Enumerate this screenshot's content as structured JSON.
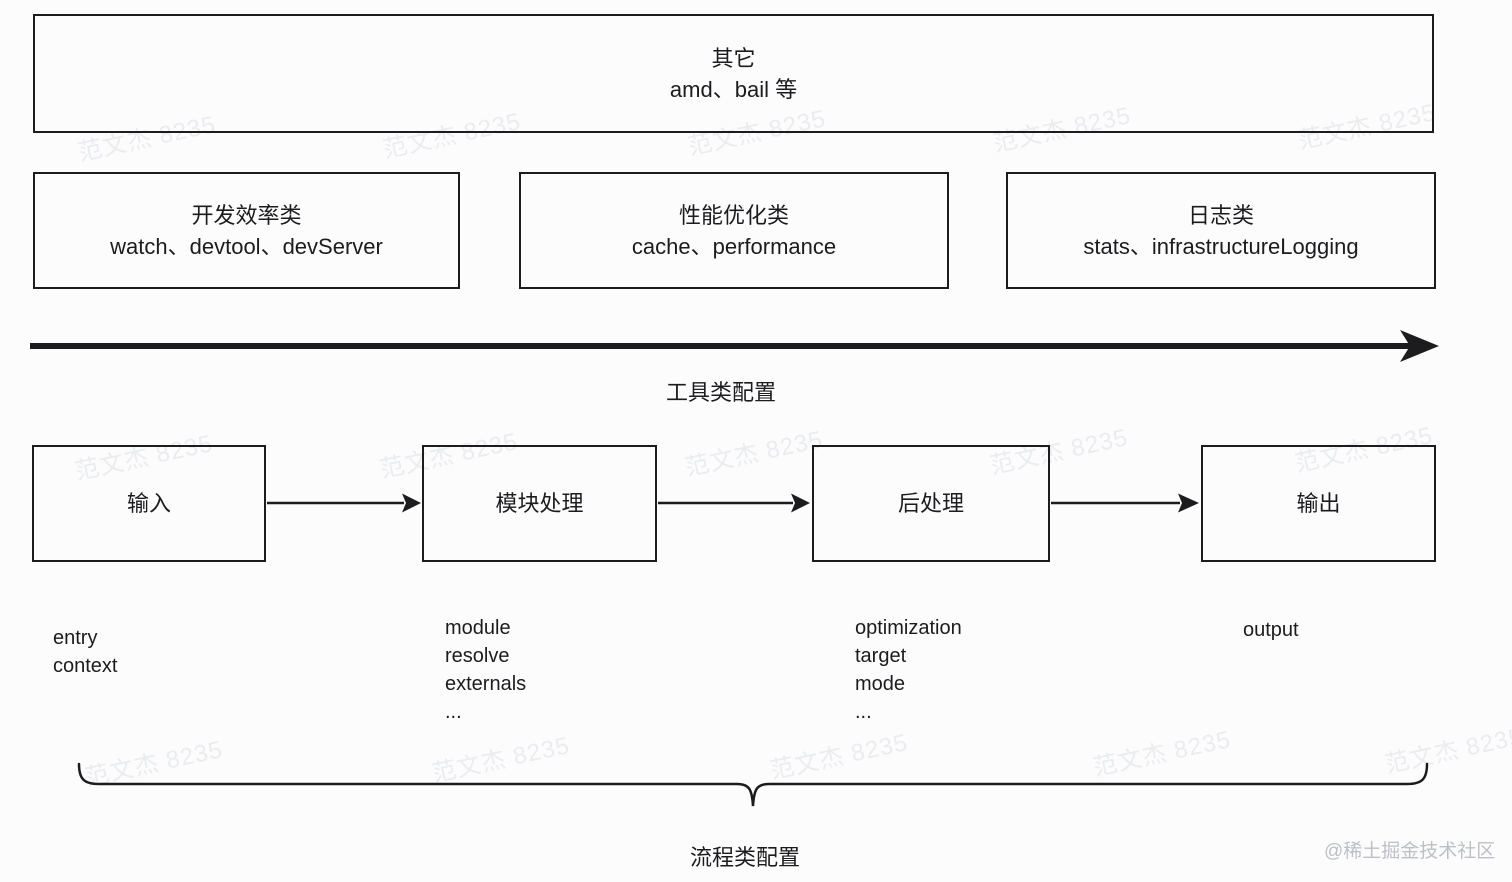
{
  "misc_box": {
    "title": "其它",
    "subtitle": "amd、bail 等"
  },
  "tool_boxes": [
    {
      "title": "开发效率类",
      "subtitle": "watch、devtool、devServer"
    },
    {
      "title": "性能优化类",
      "subtitle": "cache、performance"
    },
    {
      "title": "日志类",
      "subtitle": "stats、infrastructureLogging"
    }
  ],
  "tool_axis": {
    "label": "工具类配置"
  },
  "flow": {
    "stages": [
      {
        "label": "输入",
        "options": [
          "entry",
          "context"
        ]
      },
      {
        "label": "模块处理",
        "options": [
          "module",
          "resolve",
          "externals",
          "..."
        ]
      },
      {
        "label": "后处理",
        "options": [
          "optimization",
          "target",
          "mode",
          "..."
        ]
      },
      {
        "label": "输出",
        "options": [
          "output"
        ]
      }
    ],
    "brace_label": "流程类配置"
  },
  "watermark": {
    "text": "范文杰 8235"
  },
  "credit": {
    "text": "@稀土掘金技术社区"
  },
  "colors": {
    "line": "#1c1c1e",
    "text": "#1c1c1e",
    "watermark": "#eaecef",
    "credit": "#bcc0c6",
    "background": "#fcfcfd"
  }
}
